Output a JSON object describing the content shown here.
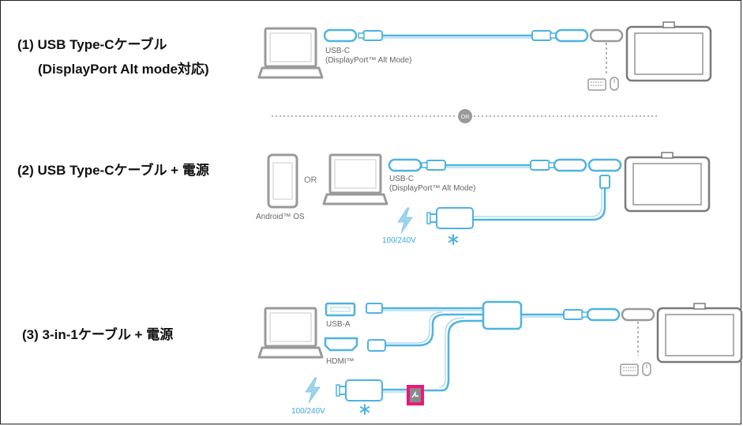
{
  "section1": {
    "title_line1": "(1) USB Type-Cケーブル",
    "title_line2": "(DisplayPort Alt mode対応)",
    "cable_label_line1": "USB-C",
    "cable_label_line2": "(DisplayPort™ Alt Mode)"
  },
  "divider": {
    "label": "OR"
  },
  "section2": {
    "title": "(2) USB Type-Cケーブル + 電源",
    "device_label": "Android™ OS",
    "or_label": "OR",
    "cable_label_line1": "USB-C",
    "cable_label_line2": "(DisplayPort™ Alt Mode)",
    "voltage": "100/240V"
  },
  "section3": {
    "title": "(3) 3-in-1ケーブル + 電源",
    "usb_label": "USB-A",
    "hdmi_label": "HDMI™",
    "voltage": "100/240V"
  },
  "colors": {
    "accent": "#4fb3e0",
    "device": "#9a9a9a",
    "highlight": "#e8197d"
  }
}
